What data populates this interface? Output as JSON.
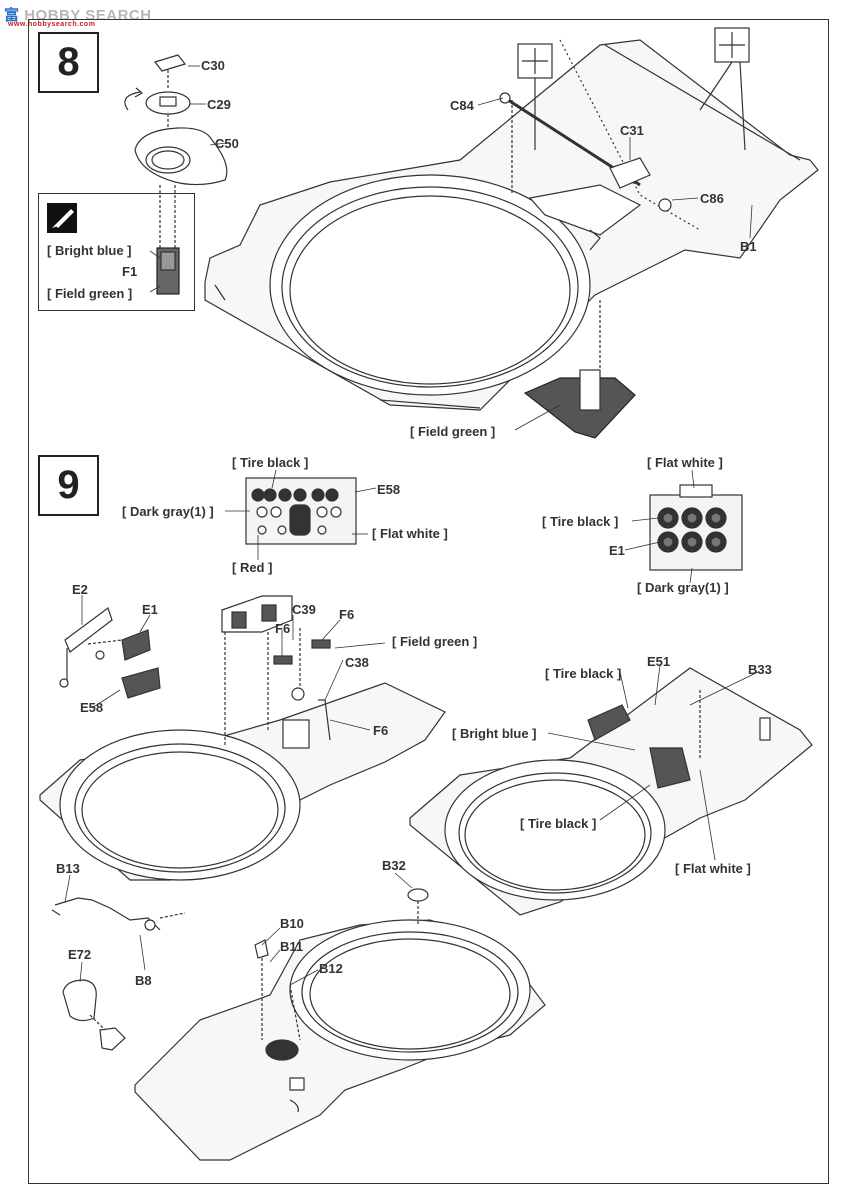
{
  "watermark": {
    "cn": "富",
    "text": "HOBBY SEARCH",
    "url": "www.hobbysearch.com"
  },
  "steps": {
    "s8": "8",
    "s9": "9"
  },
  "step8": {
    "parts": {
      "c30": "C30",
      "c29": "C29",
      "c50": "C50",
      "c84": "C84",
      "c31": "C31",
      "c86": "C86",
      "b1": "B1",
      "f1": "F1"
    },
    "paint": {
      "bright_blue": "[ Bright blue ]",
      "field_green_small": "[ Field green ]",
      "field_green": "[ Field green ]"
    }
  },
  "step9": {
    "panel1": {
      "tire_black": "[ Tire black ]",
      "dark_gray": "[ Dark gray(1) ]",
      "red": "[ Red ]",
      "flat_white": "[ Flat white ]",
      "e58": "E58"
    },
    "panel2": {
      "flat_white": "[ Flat white ]",
      "tire_black": "[ Tire black ]",
      "e1": "E1",
      "dark_gray": "[ Dark gray(1) ]"
    },
    "left": {
      "e2": "E2",
      "e1": "E1",
      "e58": "E58",
      "c39": "C39",
      "f6a": "F6",
      "f6b": "F6",
      "f6c": "F6",
      "c38": "C38",
      "field_green": "[ Field green ]"
    },
    "right": {
      "tire_black": "[ Tire black ]",
      "e51": "E51",
      "b33": "B33",
      "bright_blue": "[ Bright blue ]",
      "tire_black2": "[ Tire black ]",
      "flat_white": "[ Flat white ]"
    },
    "bottom": {
      "b13": "B13",
      "b8": "B8",
      "e72": "E72",
      "b32": "B32",
      "b10": "B10",
      "b11": "B11",
      "b12": "B12"
    }
  },
  "colors": {
    "ink": "#333333",
    "paint_dark": "#555555",
    "hull_fill": "#f7f7f7"
  }
}
